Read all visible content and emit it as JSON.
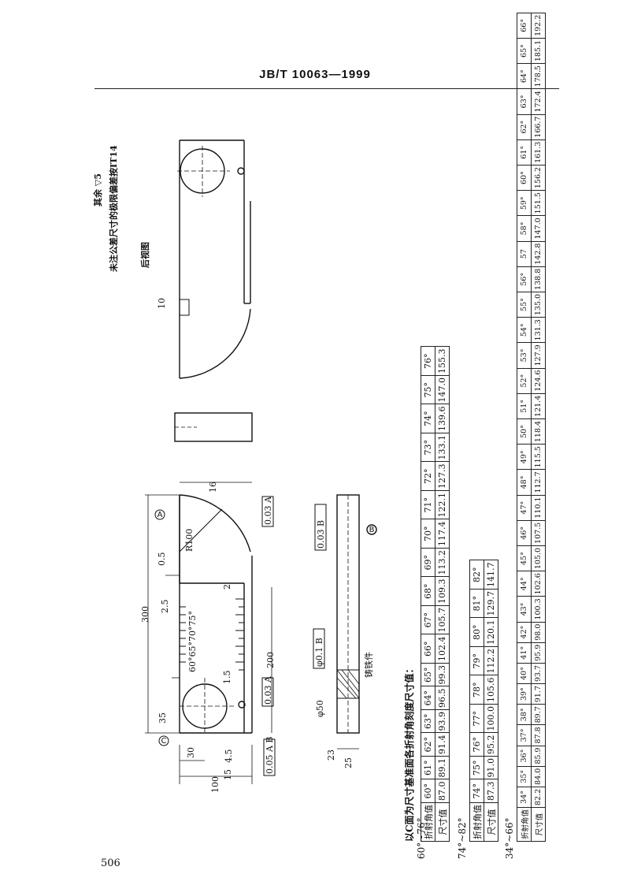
{
  "header": "JB/T 10063—1999",
  "page_number": "506",
  "drawing": {
    "top_view_notes": {
      "surface": "其余 ▽5",
      "tolerance": "未注公差尺寸的极限偏差按IT14",
      "view": "后视图"
    },
    "dims": {
      "d300": "300",
      "d200": "200",
      "d100": "100",
      "d35": "35",
      "d30": "30",
      "d15": "15",
      "d16": "16",
      "d0_5": "0.5",
      "d2_5": "2.5",
      "d4_5": "4.5",
      "d1_5": "1.5",
      "d2": "2",
      "d25": "25",
      "d23": "23",
      "d10": "10",
      "r100": "R100",
      "phi50": "φ50",
      "scale_angles": "60°65°70°75°"
    },
    "tolerances": {
      "t1": "0.03 A",
      "t2": "0.03 A",
      "t3": "0.05 A B",
      "t4": "0.03 B",
      "t5": "φ0.1 B",
      "part": "铸铁件"
    },
    "datums": {
      "A": "A",
      "B": "B",
      "C": "C"
    }
  },
  "caption": "以C面为尺寸基准面各折射角刻度尺寸值：",
  "tables": [
    {
      "range": "60°~76°",
      "rows": [
        [
          "折射角值",
          "60°",
          "61°",
          "62°",
          "63°",
          "64°",
          "65°",
          "66°",
          "67°",
          "68°",
          "69°",
          "70°",
          "71°",
          "72°",
          "73°",
          "74°",
          "75°",
          "76°"
        ],
        [
          "尺寸值",
          "87.0",
          "89.1",
          "91.4",
          "93.9",
          "96.5",
          "99.3",
          "102.4",
          "105.7",
          "109.3",
          "113.2",
          "117.4",
          "122.1",
          "127.3",
          "133.1",
          "139.6",
          "147.0",
          "155.3"
        ]
      ]
    },
    {
      "range": "74°~82°",
      "rows": [
        [
          "折射角值",
          "74°",
          "75°",
          "76°",
          "77°",
          "78°",
          "79°",
          "80°",
          "81°",
          "82°"
        ],
        [
          "尺寸值",
          "87.3",
          "91.0",
          "95.2",
          "100.0",
          "105.6",
          "112.2",
          "120.1",
          "129.7",
          "141.7"
        ]
      ]
    },
    {
      "range": "34°~66°",
      "rows": [
        [
          "折射角值",
          "34°",
          "35°",
          "36°",
          "37°",
          "38°",
          "39°",
          "40°",
          "41°",
          "42°",
          "43°",
          "44°",
          "45°",
          "46°",
          "47°",
          "48°",
          "49°",
          "50°",
          "51°",
          "52°",
          "53°",
          "54°",
          "55°",
          "56°",
          "57",
          "58°",
          "59°",
          "60°",
          "61°",
          "62°",
          "63°",
          "64°",
          "65°",
          "66°"
        ],
        [
          "尺寸值",
          "82.2",
          "84.0",
          "85.9",
          "87.8",
          "89.7",
          "91.7",
          "93.7",
          "95.9",
          "98.0",
          "100.3",
          "102.6",
          "105.0",
          "107.5",
          "110.1",
          "112.7",
          "115.5",
          "118.4",
          "121.4",
          "124.6",
          "127.9",
          "131.3",
          "135.0",
          "138.8",
          "142.8",
          "147.0",
          "151.5",
          "156.2",
          "161.3",
          "166.7",
          "172.4",
          "178.5",
          "185.1",
          "192.2"
        ]
      ]
    }
  ]
}
